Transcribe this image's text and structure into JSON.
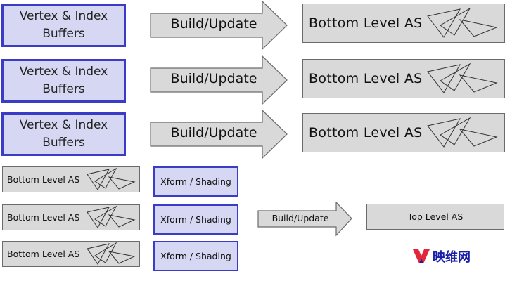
{
  "vertex_index_buffers": [
    {
      "line1": "Vertex & Index",
      "line2": "Buffers"
    },
    {
      "line1": "Vertex & Index",
      "line2": "Buffers"
    },
    {
      "line1": "Vertex & Index",
      "line2": "Buffers"
    }
  ],
  "build_arrows": [
    {
      "label": "Build/Update"
    },
    {
      "label": "Build/Update"
    },
    {
      "label": "Build/Update"
    }
  ],
  "bottom_level_large": [
    {
      "label": "Bottom Level AS"
    },
    {
      "label": "Bottom Level AS"
    },
    {
      "label": "Bottom Level AS"
    }
  ],
  "bottom_level_small": [
    {
      "label": "Bottom Level AS"
    },
    {
      "label": "Bottom Level AS"
    },
    {
      "label": "Bottom Level AS"
    }
  ],
  "xform_shading": [
    {
      "label": "Xform / Shading"
    },
    {
      "label": "Xform / Shading"
    },
    {
      "label": "Xform / Shading"
    }
  ],
  "top_build_arrow": {
    "label": "Build/Update"
  },
  "top_level": {
    "label": "Top Level AS"
  },
  "brand": {
    "text": "映维网"
  },
  "colors": {
    "box_blue_fill": "#d6d7f3",
    "box_blue_border": "#3a3cc8",
    "gray_fill": "#d9d9d9"
  }
}
